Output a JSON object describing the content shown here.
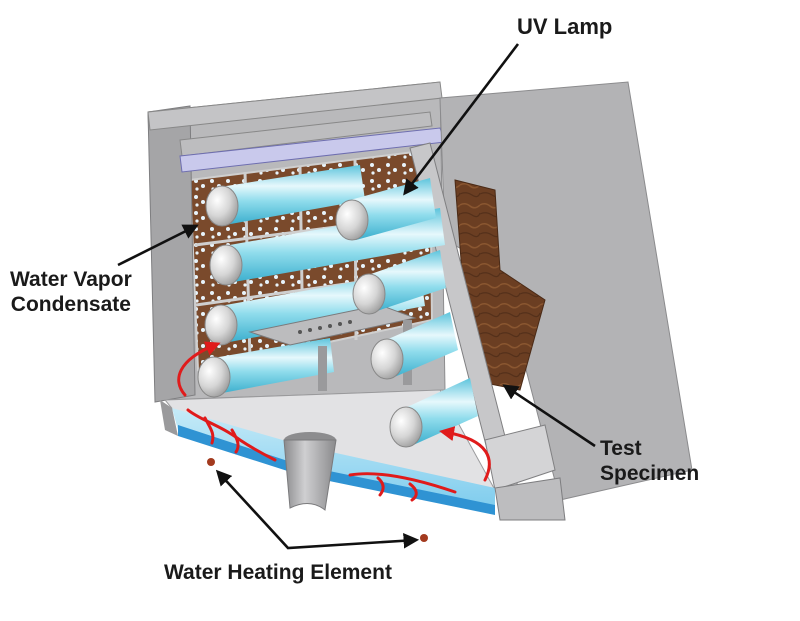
{
  "title": "UV weathering chamber cutaway",
  "labels": {
    "uv_lamp": "UV Lamp",
    "water_vapor_line1": "Water Vapor",
    "water_vapor_line2": "Condensate",
    "test_specimen_line1": "Test",
    "test_specimen_line2": "Specimen",
    "water_heating_element": "Water Heating Element"
  },
  "colors": {
    "label_text": "#1a1a1a",
    "housing_gray": "#a9a9ab",
    "housing_light": "#cfcfd1",
    "lamp_cyan": "#7fd3e6",
    "lamp_highlight": "#e6f8fc",
    "lamp_end": "#d9d9d9",
    "water_light": "#a8ddf2",
    "water_dark": "#2f93d3",
    "heat_arrow_red": "#e01b1b",
    "wood_brown": "#6b3e22",
    "heating_dot": "#a33a1e",
    "leader_line": "#111111"
  }
}
